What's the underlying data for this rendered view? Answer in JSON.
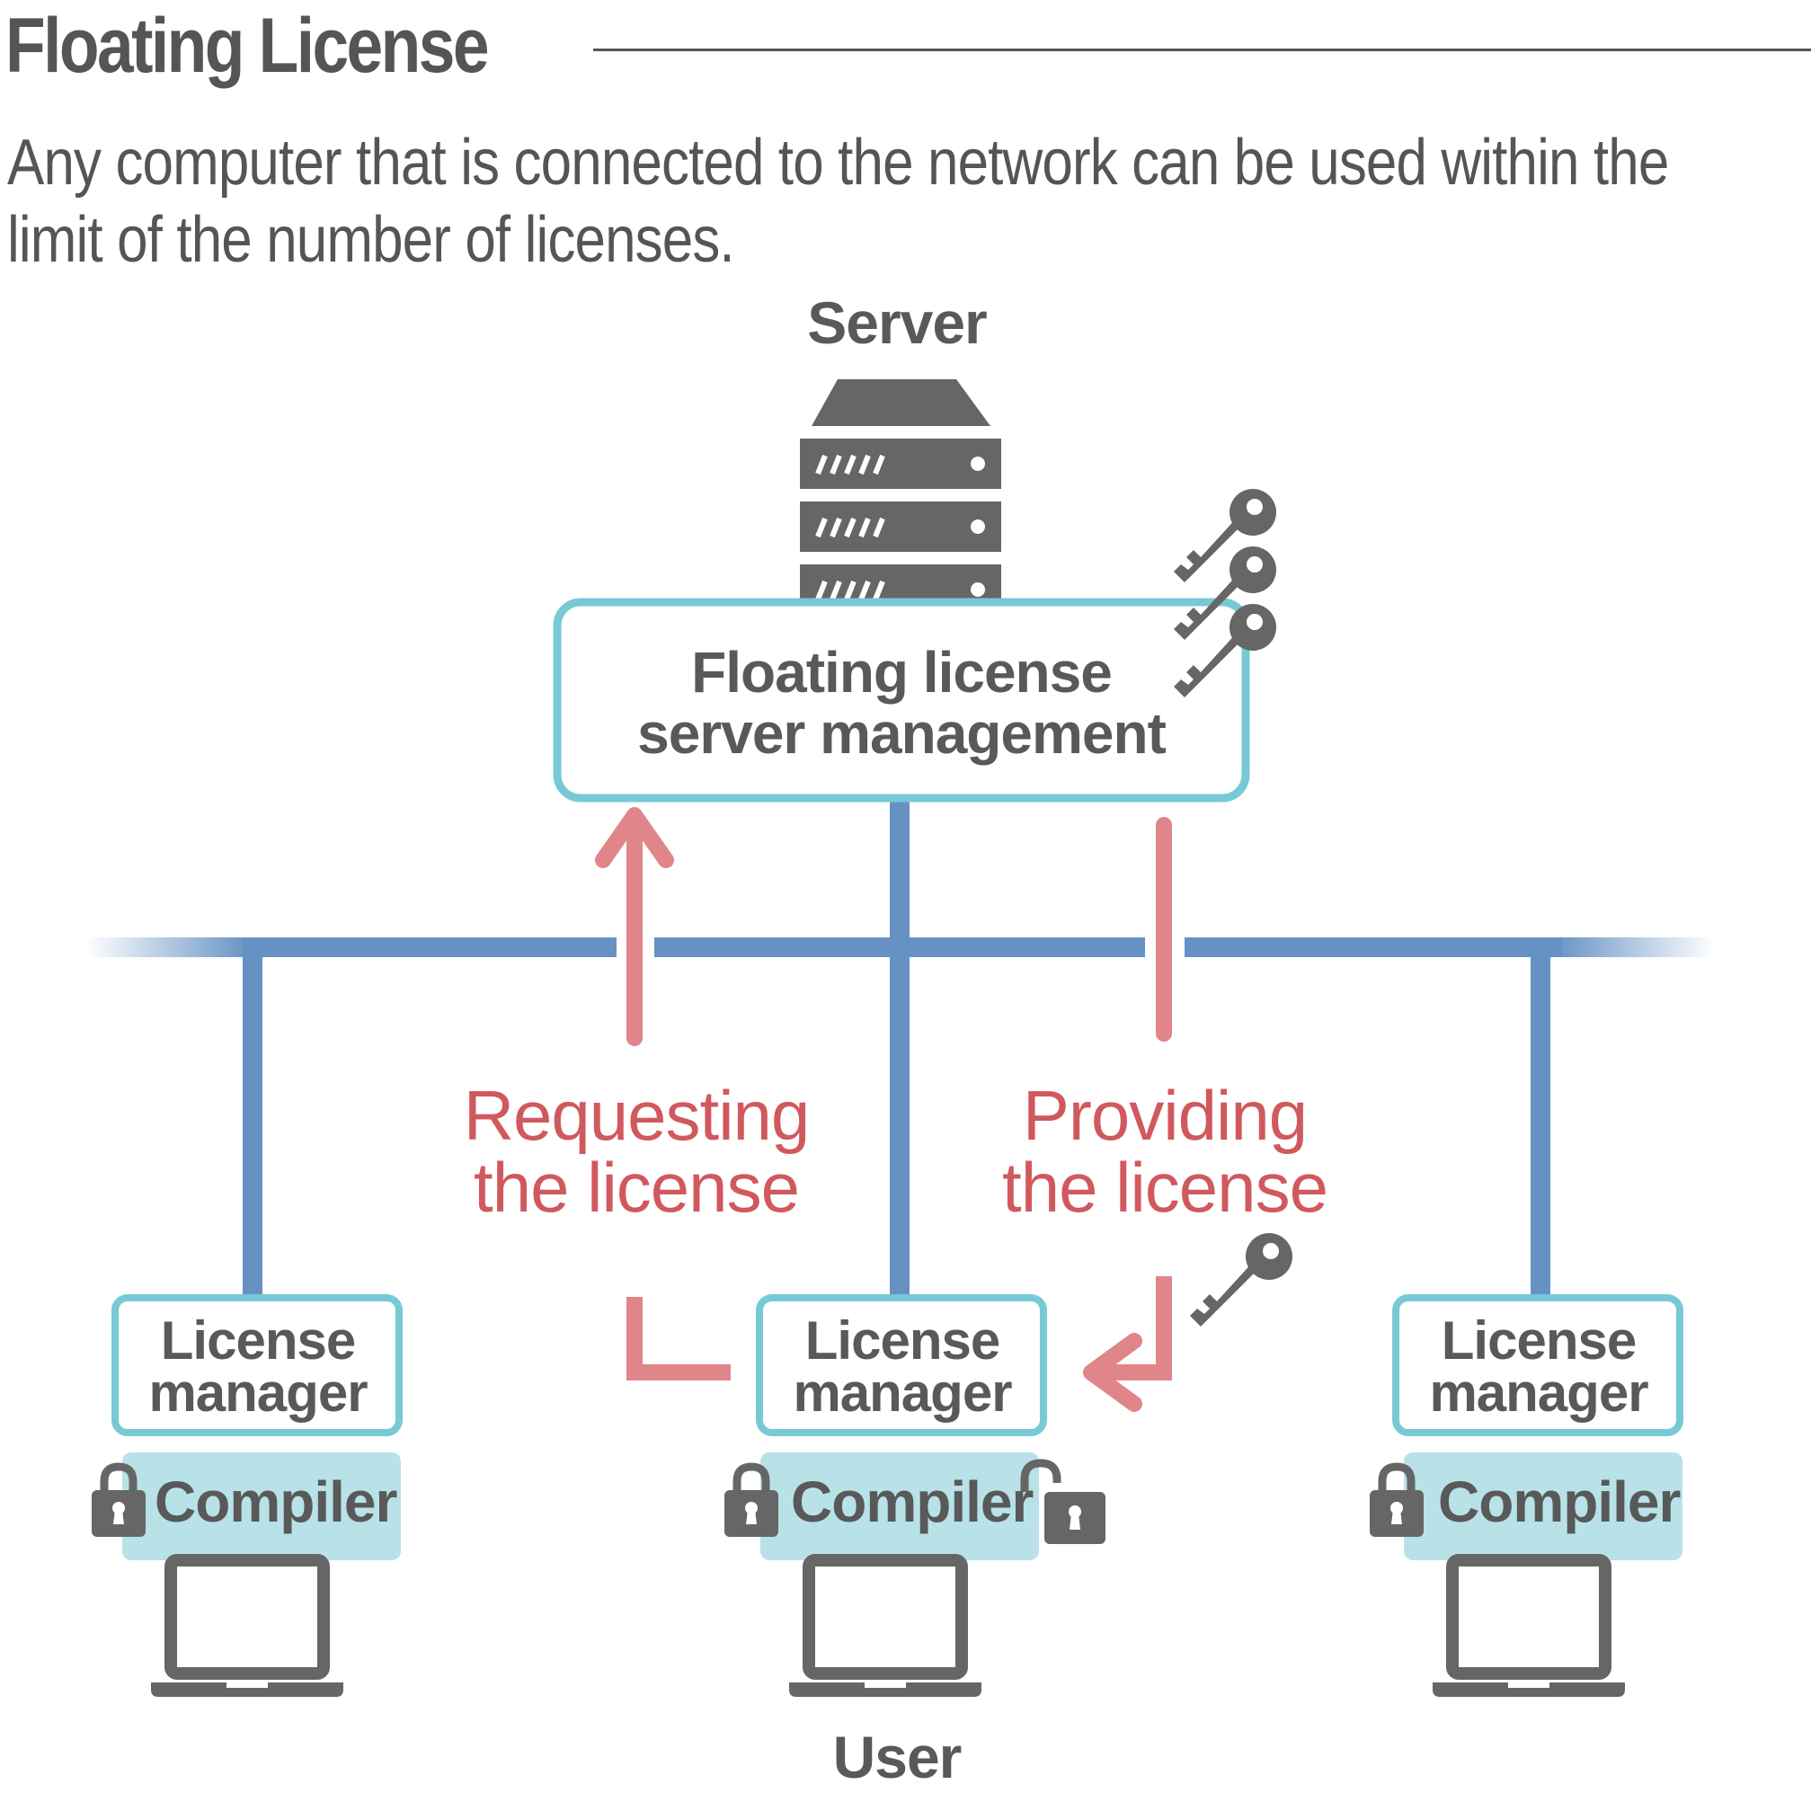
{
  "header": {
    "title": "Floating License",
    "description_line1": "Any computer that is connected to the network can be used within the",
    "description_line2": "limit of the number of licenses."
  },
  "diagram": {
    "server_label": "Server",
    "server_box": {
      "line1": "Floating license",
      "line2": "server management"
    },
    "request_label": {
      "line1": "Requesting",
      "line2": "the license"
    },
    "provide_label": {
      "line1": "Providing",
      "line2": "the license"
    },
    "clients": [
      {
        "manager_line1": "License",
        "manager_line2": "manager",
        "compiler": "Compiler",
        "lock": "locked"
      },
      {
        "manager_line1": "License",
        "manager_line2": "manager",
        "compiler": "Compiler",
        "lock": "unlocked"
      },
      {
        "manager_line1": "License",
        "manager_line2": "manager",
        "compiler": "Compiler",
        "lock": "locked"
      }
    ],
    "user_label": "User",
    "icons": [
      "server-icon",
      "key-icon",
      "lock-icon",
      "unlock-icon",
      "laptop-icon"
    ]
  },
  "colors": {
    "text_gray": "#595959",
    "network_blue": "#6592c3",
    "box_border_teal": "#77c9d5",
    "compiler_fill": "#b8e2e8",
    "arrow_red": "#e0868b",
    "label_red": "#d0595e",
    "icon_gray": "#666666"
  }
}
